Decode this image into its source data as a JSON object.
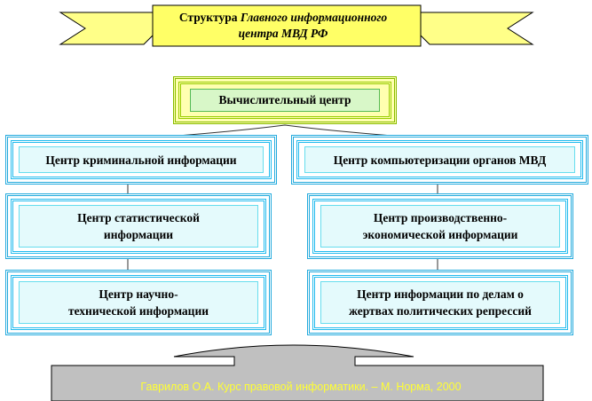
{
  "colors": {
    "banner_fill": "#ffff88",
    "title_box_fill": "#ffff66",
    "top_box_border": "#99cc00",
    "top_box_fill": "#d8f7c8",
    "center_box_border": "#22aadd",
    "center_box_fill": "#e4fafc",
    "connector_line": "#333333",
    "footer_fill": "#c0c0c0",
    "footer_text": "#ffff33"
  },
  "title": {
    "plain": "Структура ",
    "italic_line1": "Главного информационного",
    "italic_line2": "центра МВД РФ"
  },
  "root": {
    "label": "Вычислительный центр"
  },
  "left_column": [
    {
      "label": "Центр криминальной информации"
    },
    {
      "label": "Центр статистической\nинформации"
    },
    {
      "label": "Центр научно-\nтехнической информации"
    }
  ],
  "right_column": [
    {
      "label": "Центр компьютеризации органов МВД"
    },
    {
      "label": "Центр производственно-\nэкономической информации"
    },
    {
      "label": "Центр информации по делам о\nжертвах политических репрессий"
    }
  ],
  "source": {
    "text": "Гаврилов О.А. Курс правовой информатики. – М. Норма, 2000"
  }
}
